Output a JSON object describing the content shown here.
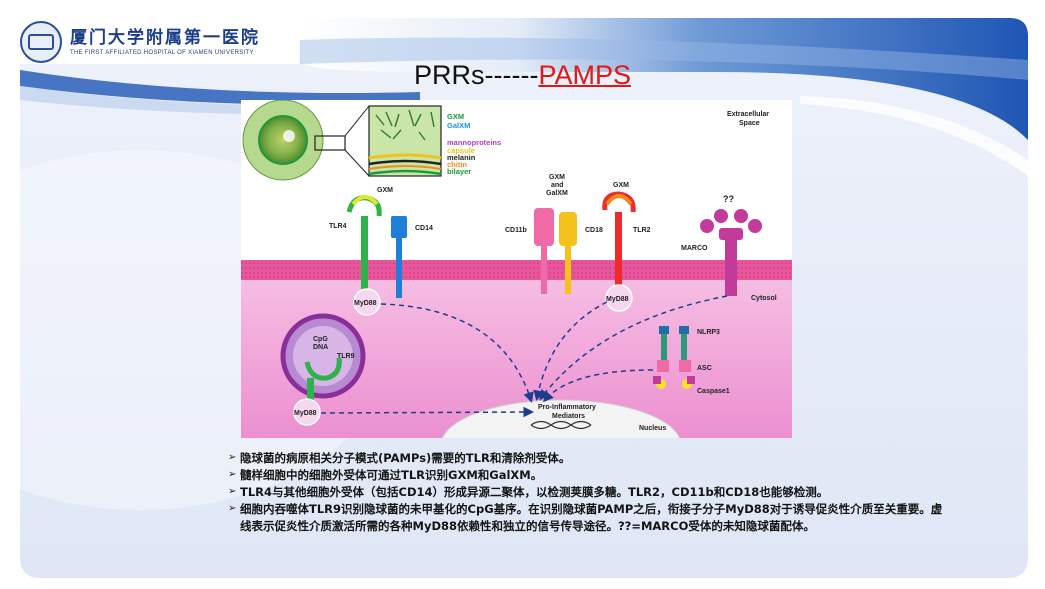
{
  "header": {
    "hospital_name_cn": "厦门大学附属第一医院",
    "hospital_name_en": "THE FIRST AFFILIATED HOSPITAL OF XIAMEN UNIVERSITY"
  },
  "title": {
    "prefix": "PRRs------",
    "accent": "PAMPS"
  },
  "diagram": {
    "legend": {
      "gxm": "GXM",
      "galxm": "GalXM",
      "mannoproteins": "mannoproteins",
      "capsule": "capsule",
      "melanin": "melanin",
      "chitin": "chitin",
      "bilayer": "bilayer"
    },
    "extracellular_1": "Extracellular",
    "extracellular_2": "Space",
    "gxm_top_left": "GXM",
    "gxm_galxm_1": "GXM",
    "gxm_galxm_2": "and",
    "gxm_galxm_3": "GalXM",
    "gxm_top_right": "GXM",
    "unknown": "??",
    "tlr4": "TLR4",
    "cd14": "CD14",
    "cd11b": "CD11b",
    "cd18": "CD18",
    "tlr2": "TLR2",
    "marco": "MARCO",
    "myd88_1": "MyD88",
    "myd88_2": "MyD88",
    "myd88_3": "MyD88",
    "cytosol": "Cytosol",
    "cpg_1": "CpG",
    "cpg_2": "DNA",
    "tlr9": "TLR9",
    "nlrp3": "NLRP3",
    "asc": "ASC",
    "caspase1": "Caspase1",
    "pim_1": "Pro-Inflammatory",
    "pim_2": "Mediators",
    "nucleus": "Nucleus",
    "colors": {
      "gxm": "#1a9a3a",
      "galxm": "#1f8fd6",
      "mannoproteins": "#b23cc4",
      "capsule": "#f0c419",
      "melanin": "#222222",
      "chitin": "#f08c1e",
      "bilayer": "#1a9a3a",
      "membrane": "#e23d8f",
      "cytoplasm": "#f2a3d6",
      "tlr4": "#2db34a",
      "cd14": "#1f7fd8",
      "cd11b": "#f06aa8",
      "cd18": "#f5c21b",
      "tlr2": "#ef2b2b",
      "marco": "#c23a9a"
    }
  },
  "bullets": [
    "隐球菌的病原相关分子模式(PAMPs)需要的TLR和清除剂受体。",
    "髓样细胞中的细胞外受体可通过TLR识别GXM和GalXM。",
    "TLR4与其他细胞外受体（包括CD14）形成异源二聚体，以检测荚膜多糖。TLR2，CD11b和CD18也能够检测。",
    "细胞内吞噬体TLR9识别隐球菌的未甲基化的CpG基序。在识别隐球菌PAMP之后，衔接子分子MyD88对于诱导促炎性介质至关重要。虚线表示促炎性介质激活所需的各种MyD88依赖性和独立的信号传导途径。??=MARCO受体的未知隐球菌配体。"
  ]
}
